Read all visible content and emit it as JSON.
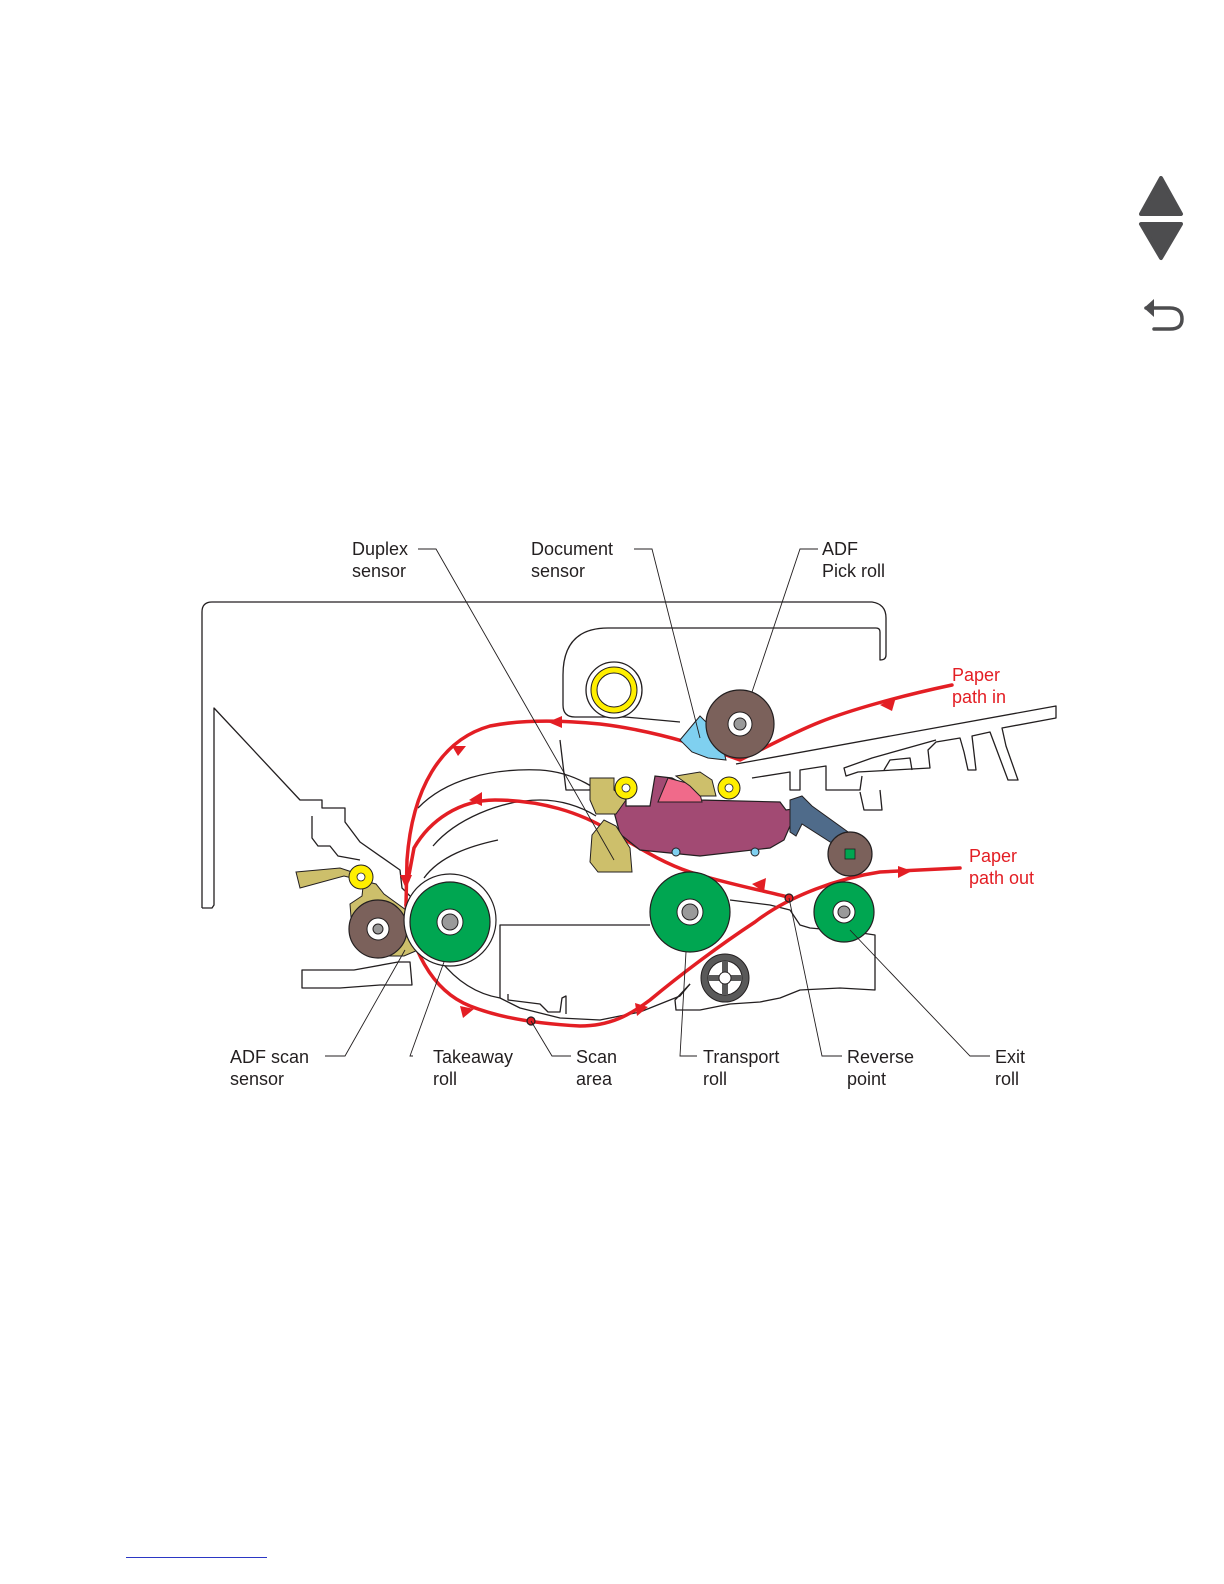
{
  "navigation": {
    "prev_page_icon": "triangle-up-icon",
    "next_page_icon": "triangle-down-icon",
    "back_icon": "return-arrow-icon",
    "icon_color": "#4d4d4f"
  },
  "diagram": {
    "labels": {
      "duplex_sensor": [
        "Duplex",
        "sensor"
      ],
      "document_sensor": [
        "Document",
        "sensor"
      ],
      "adf_pick_roll": [
        "ADF",
        "Pick roll"
      ],
      "paper_path_in": [
        "Paper",
        "path in"
      ],
      "paper_path_out": [
        "Paper",
        "path out"
      ],
      "adf_scan_sensor": [
        "ADF scan",
        "sensor"
      ],
      "takeaway_roll": [
        "Takeaway",
        "roll"
      ],
      "scan_area": [
        "Scan",
        "area"
      ],
      "transport_roll": [
        "Transport",
        "roll"
      ],
      "reverse_point": [
        "Reverse",
        "point"
      ],
      "exit_roll": [
        "Exit",
        "roll"
      ]
    },
    "colors": {
      "paper_path": "#e31e24",
      "green_roll": "#00a651",
      "brown_roll": "#7b615b",
      "tan_part": "#cdbf6b",
      "magenta_part": "#a24a73",
      "blue_sensor": "#7fd0f0",
      "yellow_bearing": "#ffef00",
      "slate_arm": "#4f6b8a"
    }
  }
}
